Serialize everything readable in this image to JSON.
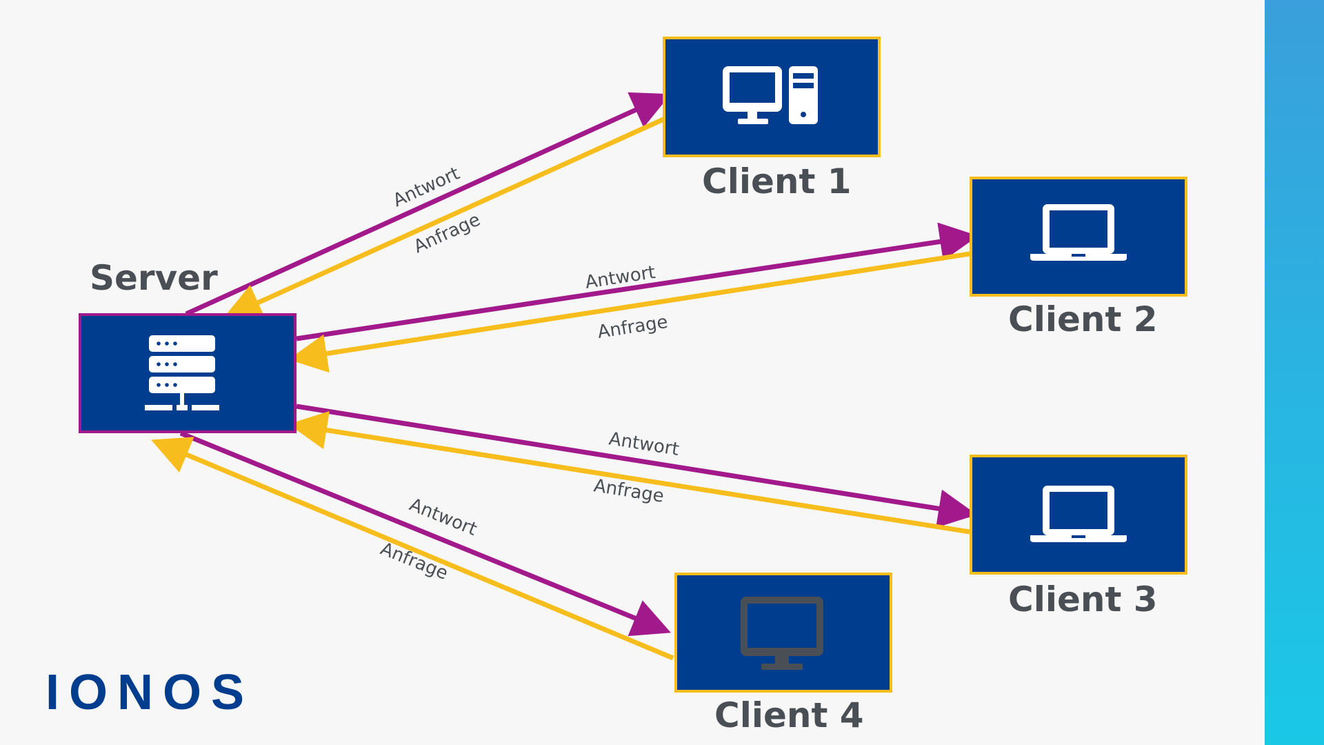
{
  "colors": {
    "background": "#f7f7f7",
    "node_fill": "#003d8f",
    "client_border": "#f7bd1c",
    "server_border": "#a1198a",
    "response_arrow": "#a1198a",
    "request_arrow": "#f7bd1c",
    "label_text": "#4a4f55",
    "accent_gradient_top": "#3a9fdc",
    "accent_gradient_bottom": "#1ac8e6"
  },
  "server": {
    "label": "Server",
    "icon": "server-rack-icon"
  },
  "clients": [
    {
      "id": "client-1",
      "label": "Client 1",
      "icon": "desktop-tower-icon"
    },
    {
      "id": "client-2",
      "label": "Client 2",
      "icon": "laptop-icon"
    },
    {
      "id": "client-3",
      "label": "Client 3",
      "icon": "laptop-icon"
    },
    {
      "id": "client-4",
      "label": "Client 4",
      "icon": "monitor-icon"
    }
  ],
  "edges": {
    "response_label": "Antwort",
    "request_label": "Anfrage"
  },
  "logo": {
    "text": "IONOS"
  }
}
